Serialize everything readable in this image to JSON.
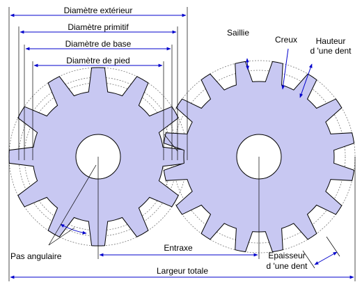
{
  "labels": {
    "outer_diameter": "Diamètre extérieur",
    "pitch_diameter": "Diamètre primitif",
    "base_diameter": "Diamètre de base",
    "root_diameter": "Diamètre de pied",
    "addendum": "Saillie",
    "dedendum": "Creux",
    "tooth_height_line1": "Hauteur",
    "tooth_height_line2": "d 'une dent",
    "angular_pitch": "Pas angulaire",
    "center_distance": "Entraxe",
    "tooth_thickness_line1": "Epaisseur",
    "tooth_thickness_line2": "d 'une dent",
    "overall_width": "Largeur totale"
  },
  "gears": {
    "left_teeth": 12,
    "right_teeth": 16
  },
  "colors": {
    "gear_fill": "#c8c8f2",
    "gear_stroke": "#000000",
    "dimension_line": "#0000cc",
    "circle_dotted": "#777777"
  }
}
